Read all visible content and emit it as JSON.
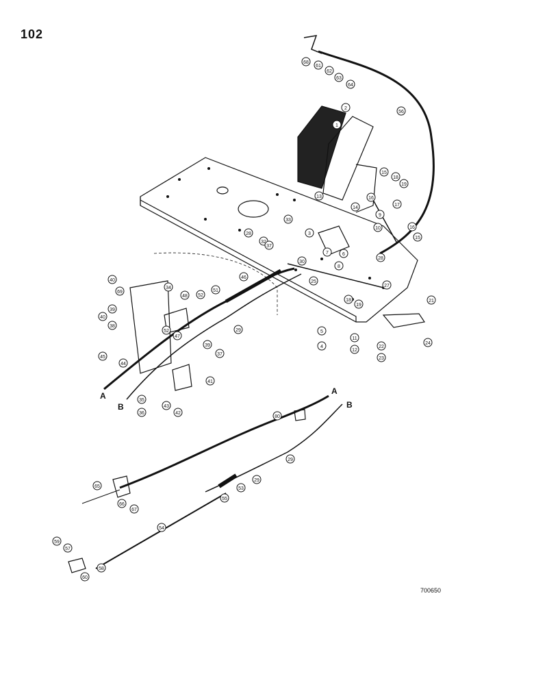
{
  "page_number": "102",
  "reference_code": "700650",
  "cable_letters": [
    "A",
    "B"
  ],
  "callouts": [
    {
      "id": "c-1",
      "text": "1"
    },
    {
      "id": "c-2",
      "text": "2"
    },
    {
      "id": "c-3",
      "text": "3"
    },
    {
      "id": "c-4",
      "text": "4"
    },
    {
      "id": "c-5",
      "text": "5"
    },
    {
      "id": "c-6",
      "text": "6"
    },
    {
      "id": "c-7",
      "text": "7"
    },
    {
      "id": "c-8",
      "text": "8"
    },
    {
      "id": "c-9",
      "text": "9"
    },
    {
      "id": "c-10",
      "text": "10"
    },
    {
      "id": "c-11",
      "text": "11"
    },
    {
      "id": "c-12",
      "text": "12"
    },
    {
      "id": "c-13",
      "text": "13"
    },
    {
      "id": "c-14",
      "text": "14"
    },
    {
      "id": "c-15a",
      "text": "15"
    },
    {
      "id": "c-15b",
      "text": "15"
    },
    {
      "id": "c-16a",
      "text": "16"
    },
    {
      "id": "c-16b",
      "text": "16"
    },
    {
      "id": "c-17",
      "text": "17"
    },
    {
      "id": "c-18a",
      "text": "18"
    },
    {
      "id": "c-18b",
      "text": "18"
    },
    {
      "id": "c-19a",
      "text": "19"
    },
    {
      "id": "c-19b",
      "text": "19"
    },
    {
      "id": "c-21",
      "text": "21"
    },
    {
      "id": "c-22",
      "text": "22"
    },
    {
      "id": "c-23",
      "text": "23"
    },
    {
      "id": "c-24",
      "text": "24"
    },
    {
      "id": "c-25",
      "text": "25"
    },
    {
      "id": "c-27",
      "text": "27"
    },
    {
      "id": "c-28a",
      "text": "28"
    },
    {
      "id": "c-28b",
      "text": "28"
    },
    {
      "id": "c-29a",
      "text": "29"
    },
    {
      "id": "c-29b",
      "text": "29"
    },
    {
      "id": "c-29c",
      "text": "29"
    },
    {
      "id": "c-30",
      "text": "30"
    },
    {
      "id": "c-32",
      "text": "32"
    },
    {
      "id": "c-33",
      "text": "33"
    },
    {
      "id": "c-34",
      "text": "34"
    },
    {
      "id": "c-35",
      "text": "35"
    },
    {
      "id": "c-36",
      "text": "36"
    },
    {
      "id": "c-37a",
      "text": "37"
    },
    {
      "id": "c-37b",
      "text": "37"
    },
    {
      "id": "c-38",
      "text": "38"
    },
    {
      "id": "c-39a",
      "text": "39"
    },
    {
      "id": "c-39b",
      "text": "39"
    },
    {
      "id": "c-40a",
      "text": "40"
    },
    {
      "id": "c-40b",
      "text": "40"
    },
    {
      "id": "c-41",
      "text": "41"
    },
    {
      "id": "c-42",
      "text": "42"
    },
    {
      "id": "c-43",
      "text": "43"
    },
    {
      "id": "c-44",
      "text": "44"
    },
    {
      "id": "c-45",
      "text": "45"
    },
    {
      "id": "c-46",
      "text": "46"
    },
    {
      "id": "c-47",
      "text": "47"
    },
    {
      "id": "c-48",
      "text": "48"
    },
    {
      "id": "c-51",
      "text": "51"
    },
    {
      "id": "c-52a",
      "text": "52"
    },
    {
      "id": "c-52b",
      "text": "52"
    },
    {
      "id": "c-53",
      "text": "53"
    },
    {
      "id": "c-54",
      "text": "54"
    },
    {
      "id": "c-55",
      "text": "55"
    },
    {
      "id": "c-56",
      "text": "56"
    },
    {
      "id": "c-57",
      "text": "57"
    },
    {
      "id": "c-58",
      "text": "58"
    },
    {
      "id": "c-59",
      "text": "59"
    },
    {
      "id": "c-60",
      "text": "60"
    },
    {
      "id": "c-61",
      "text": "61"
    },
    {
      "id": "c-62",
      "text": "62"
    },
    {
      "id": "c-63",
      "text": "63"
    },
    {
      "id": "c-64",
      "text": "64"
    },
    {
      "id": "c-65",
      "text": "65"
    },
    {
      "id": "c-66",
      "text": "66"
    },
    {
      "id": "c-67",
      "text": "67"
    },
    {
      "id": "c-68",
      "text": "68"
    },
    {
      "id": "c-69",
      "text": "69"
    },
    {
      "id": "c-80",
      "text": "80"
    }
  ]
}
